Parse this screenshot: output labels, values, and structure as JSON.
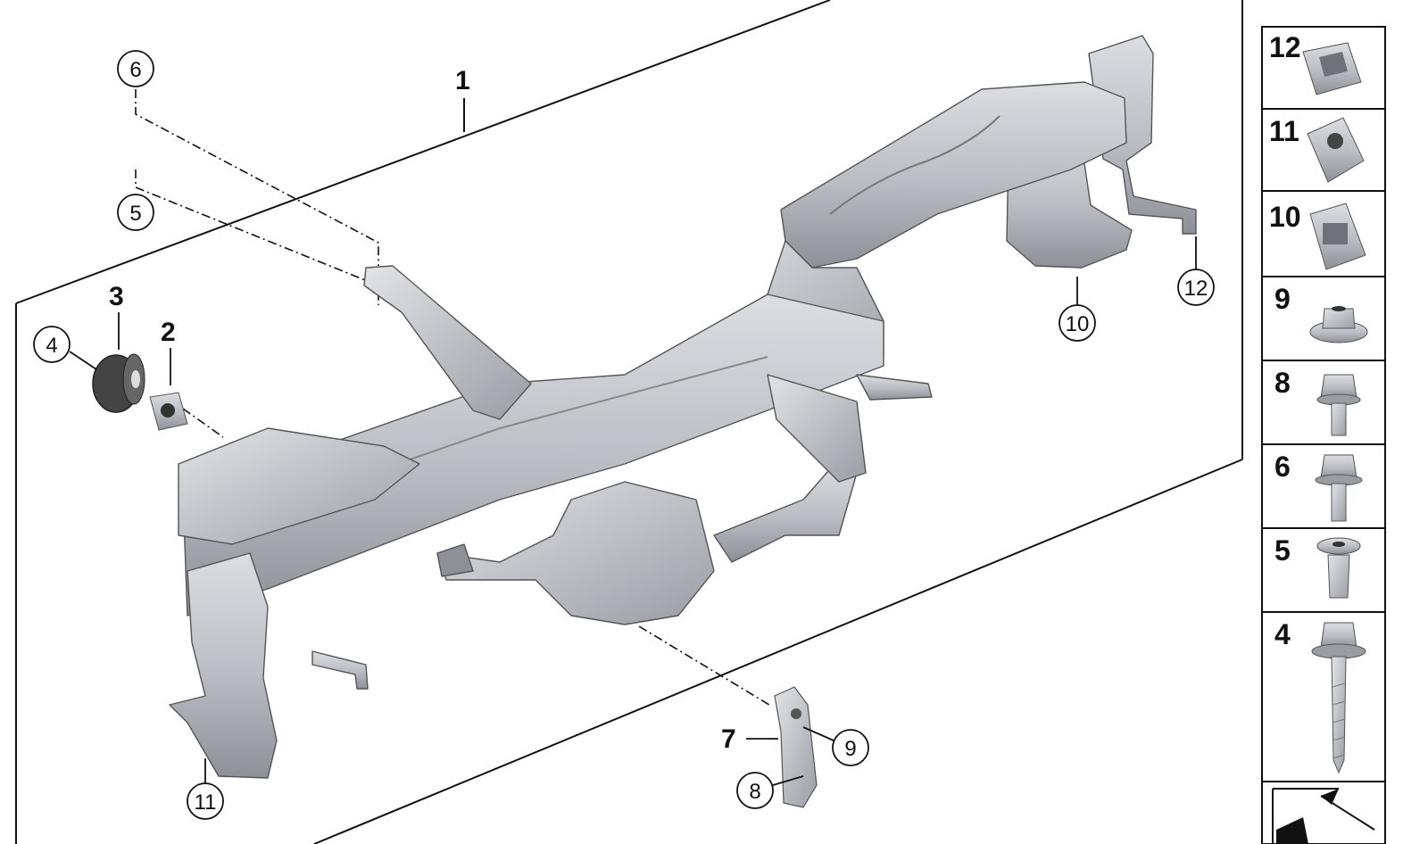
{
  "diagram": {
    "main_label": "1",
    "plain_labels": {
      "l2": "2",
      "l3": "3",
      "l7": "7"
    },
    "circled_labels": {
      "c4": "4",
      "c5": "5",
      "c6": "6",
      "c8": "8",
      "c9": "9",
      "c10": "10",
      "c11": "11",
      "c12": "12"
    }
  },
  "parts_panel": {
    "items": [
      "12",
      "11",
      "10",
      "9",
      "8",
      "6",
      "5",
      "4"
    ]
  },
  "colors": {
    "part_fill": "#b9bcc2",
    "part_shade": "#8d9097",
    "part_light": "#dcdee2",
    "line": "#111111"
  }
}
